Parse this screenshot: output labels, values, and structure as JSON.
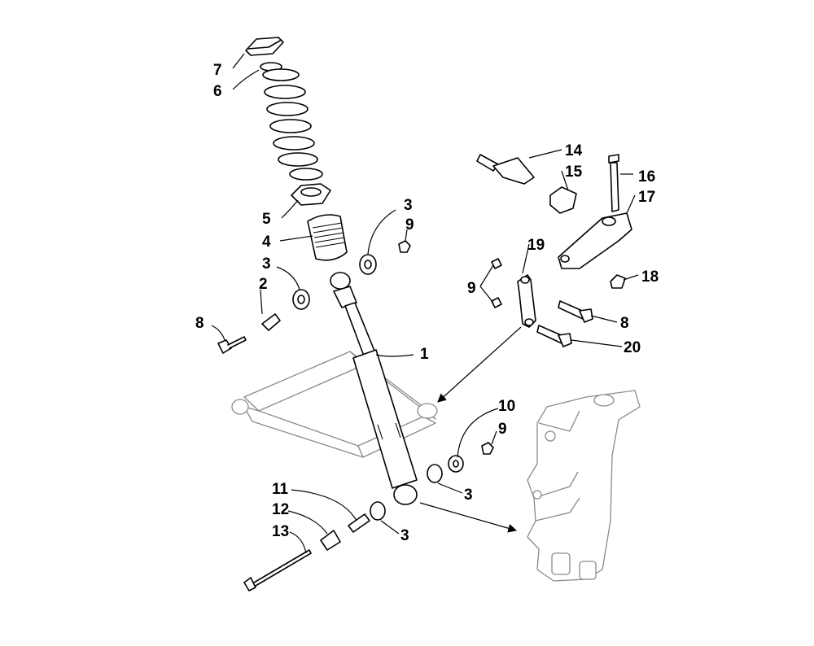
{
  "diagram": {
    "type": "exploded-parts-diagram",
    "callouts": [
      "1",
      "2",
      "3",
      "3",
      "3",
      "3",
      "4",
      "5",
      "6",
      "7",
      "8",
      "8",
      "9",
      "9",
      "9",
      "10",
      "11",
      "12",
      "13",
      "14",
      "15",
      "16",
      "17",
      "18",
      "19",
      "20"
    ]
  }
}
